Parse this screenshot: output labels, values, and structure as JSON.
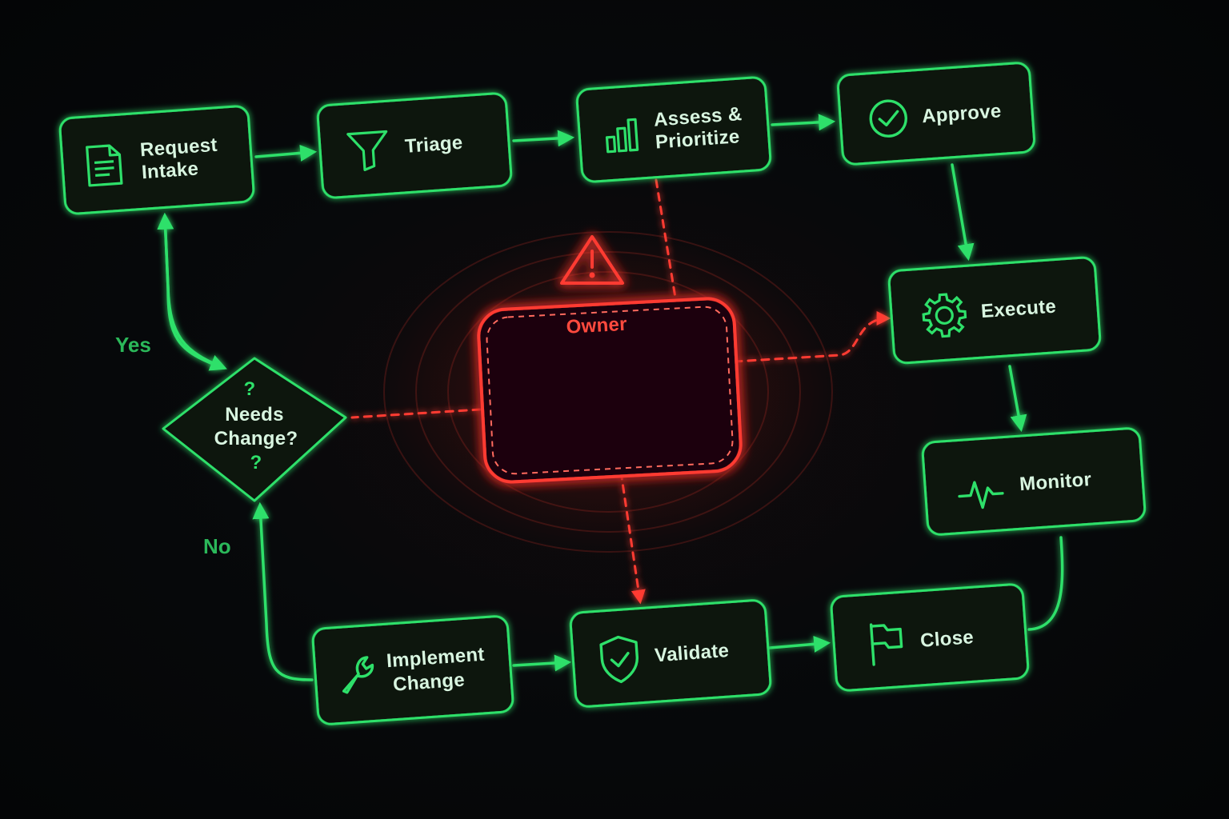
{
  "colors": {
    "accent": "#2ee06a",
    "accent_dim": "#1a8f45",
    "alert": "#ff3b30",
    "node_fill": "#0c1210",
    "background": "#05070a"
  },
  "nodes": {
    "request_intake": {
      "line1": "Request",
      "line2": "Intake",
      "icon": "document-icon"
    },
    "triage": {
      "label": "Triage",
      "icon": "funnel-icon"
    },
    "assess": {
      "line1": "Assess &",
      "line2": "Prioritize",
      "icon": "bar-chart-icon"
    },
    "approve": {
      "label": "Approve",
      "icon": "check-circle-icon"
    },
    "execute": {
      "label": "Execute",
      "icon": "gear-icon"
    },
    "monitor": {
      "label": "Monitor",
      "icon": "pulse-icon"
    },
    "close": {
      "label": "Close",
      "icon": "flag-icon"
    },
    "validate": {
      "label": "Validate",
      "icon": "shield-check-icon"
    },
    "implement": {
      "line1": "Implement",
      "line2": "Change",
      "icon": "wrench-icon"
    },
    "decision": {
      "line1": "Needs",
      "line2": "Change?",
      "mark_top": "?",
      "mark_bottom": "?"
    },
    "owner": {
      "label": "Owner",
      "icon": "warning-icon"
    }
  },
  "edge_labels": {
    "yes": "Yes",
    "no": "No"
  }
}
